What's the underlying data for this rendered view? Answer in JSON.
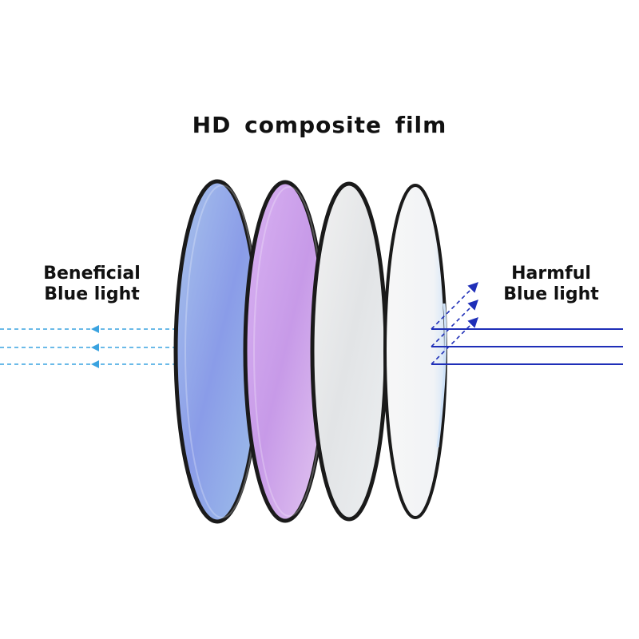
{
  "title": "HD composite film",
  "left_label": {
    "line1": "Beneficial",
    "line2": "Blue light"
  },
  "right_label": {
    "line1": "Harmful",
    "line2": "Blue light"
  },
  "colors": {
    "beneficial_arrow": "#3aa3e0",
    "harmful_arrow": "#1f2fb8",
    "lens_rim": "#1a1a1a",
    "lens_1_fill": "#8a9ce8",
    "lens_2_fill": "#c79ae8",
    "lens_3_fill": "#e6e8ea",
    "lens_4_fill": "#f3f5f8"
  }
}
